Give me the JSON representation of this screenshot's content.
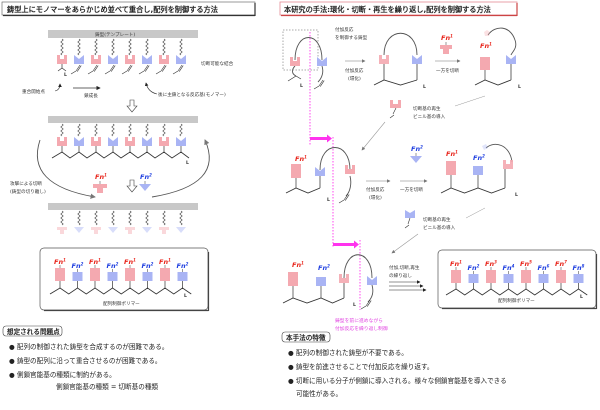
{
  "left_panel": {
    "title": "鋳型上にモノマーをあらかじめ並べて重合し,配列を制御する方法",
    "template_label": "鋳型(テンプレート)",
    "cleavable_bond": "切断可能な結合",
    "initiation_point": "重合開始点",
    "chain_growth": "鎖成長",
    "monomer_label": "後に主鎖となる反応基(モノマー)",
    "attack_cleave_1": "攻撃による切断",
    "attack_cleave_2": "(鋳型の切り離し)",
    "fn1": "Fn",
    "fn1_sup": "1",
    "fn2": "Fn",
    "fn2_sup": "2",
    "end_label": "L",
    "polymer_fn": [
      {
        "label": "Fn",
        "sup": "1",
        "color": "red"
      },
      {
        "label": "Fn",
        "sup": "2",
        "color": "blue"
      },
      {
        "label": "Fn",
        "sup": "1",
        "color": "red"
      },
      {
        "label": "Fn",
        "sup": "2",
        "color": "blue"
      },
      {
        "label": "Fn",
        "sup": "1",
        "color": "red"
      },
      {
        "label": "Fn",
        "sup": "2",
        "color": "blue"
      },
      {
        "label": "Fn",
        "sup": "1",
        "color": "red"
      },
      {
        "label": "Fn",
        "sup": "2",
        "color": "blue"
      }
    ],
    "polymer_label": "配列制御ポリマー",
    "problems_header": "想定される問題点",
    "problems": [
      "配列の制御された鋳型を合成するのが困難である。",
      "鋳型の配列に沿って重合させるのが困難である。",
      "側鎖官能基の種類に制約がある。"
    ],
    "problems_note": "側鎖官能基の種類 = 切断基の種類"
  },
  "right_panel": {
    "title": "本研究の手法:環化・切断・再生を繰り返し,配列を制御する方法",
    "addition_template_1": "付加反応",
    "addition_template_2": "を制御する鋳型",
    "addition_reaction": "付加反応",
    "cyclization": "(環化)",
    "cleave_one": "一方を切断",
    "regen_1": "切断基の再生",
    "regen_2": "ビニル基の導入",
    "repeat_1": "付加,切断,再生",
    "repeat_2": "の繰り返し",
    "advance_1": "鋳型を前に進めながら",
    "advance_2": "付加反応を繰り返し制御",
    "end_label": "L",
    "fn_label": "Fn",
    "polymer_fn": [
      {
        "label": "Fn",
        "sup": "1",
        "color": "red"
      },
      {
        "label": "Fn",
        "sup": "2",
        "color": "blue"
      },
      {
        "label": "Fn",
        "sup": "3",
        "color": "red"
      },
      {
        "label": "Fn",
        "sup": "4",
        "color": "blue"
      },
      {
        "label": "Fn",
        "sup": "5",
        "color": "red"
      },
      {
        "label": "Fn",
        "sup": "6",
        "color": "blue"
      },
      {
        "label": "Fn",
        "sup": "7",
        "color": "red"
      },
      {
        "label": "Fn",
        "sup": "8",
        "color": "blue"
      }
    ],
    "polymer_label": "配列制御ポリマー",
    "features_header": "本手法の特徴",
    "features": [
      "配列の制御された鋳型が不要である。",
      "鋳型を前進させることで付加反応を繰り返す。",
      "切断に用いる分子が側鎖に導入される。様々な側鎖官能基を導入できる"
    ],
    "features_cont": "可能性がある。",
    "sup_1": "1",
    "sup_2": "2"
  },
  "colors": {
    "pink": "#f4a9b0",
    "blue": "#a9b4f4",
    "magenta": "#ff33ee",
    "gray_bar": "#c8c8c8"
  }
}
